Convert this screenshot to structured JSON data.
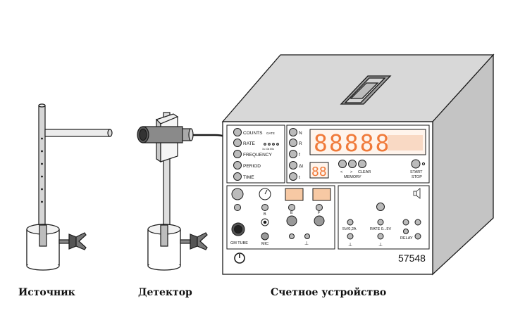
{
  "captions": {
    "source": "Источник",
    "detector": "Детектор",
    "counter": "Счетное устройство"
  },
  "counter": {
    "model": "57548",
    "modes": [
      "COUNTS",
      "RATE",
      "FREQUENCY",
      "PERIOD",
      "TIME"
    ],
    "gate_label": "GATE",
    "gate_fine": "1s 10s 60s",
    "units": [
      "N",
      "R",
      "f",
      "Δt",
      "t"
    ],
    "main_display": "88888",
    "small_display": "88",
    "memory_less": "<",
    "memory_more": ">",
    "clear_label": "CLEAR",
    "memory_label": "MEMORY",
    "start_label": "START",
    "stop_label": "STOP",
    "input_b": "B",
    "input_e": "E",
    "input_f": "F",
    "gm_tube": "GM TUBE",
    "mic": "MIC",
    "out_5v": "5V/0,2A",
    "rate_label": "RATE 0...5V",
    "relay_label": "RELAY",
    "ground_symbol": "⊥",
    "speaker_icon": "speaker-icon",
    "power_icon": "power-icon"
  },
  "colors": {
    "display_digits": "#f07a3a",
    "display_bg": "#fff4ec",
    "line": "#1a1a1a",
    "housing_top": "#d8d8d8",
    "housing_side": "#c4c4c4",
    "panel": "#ffffff"
  }
}
